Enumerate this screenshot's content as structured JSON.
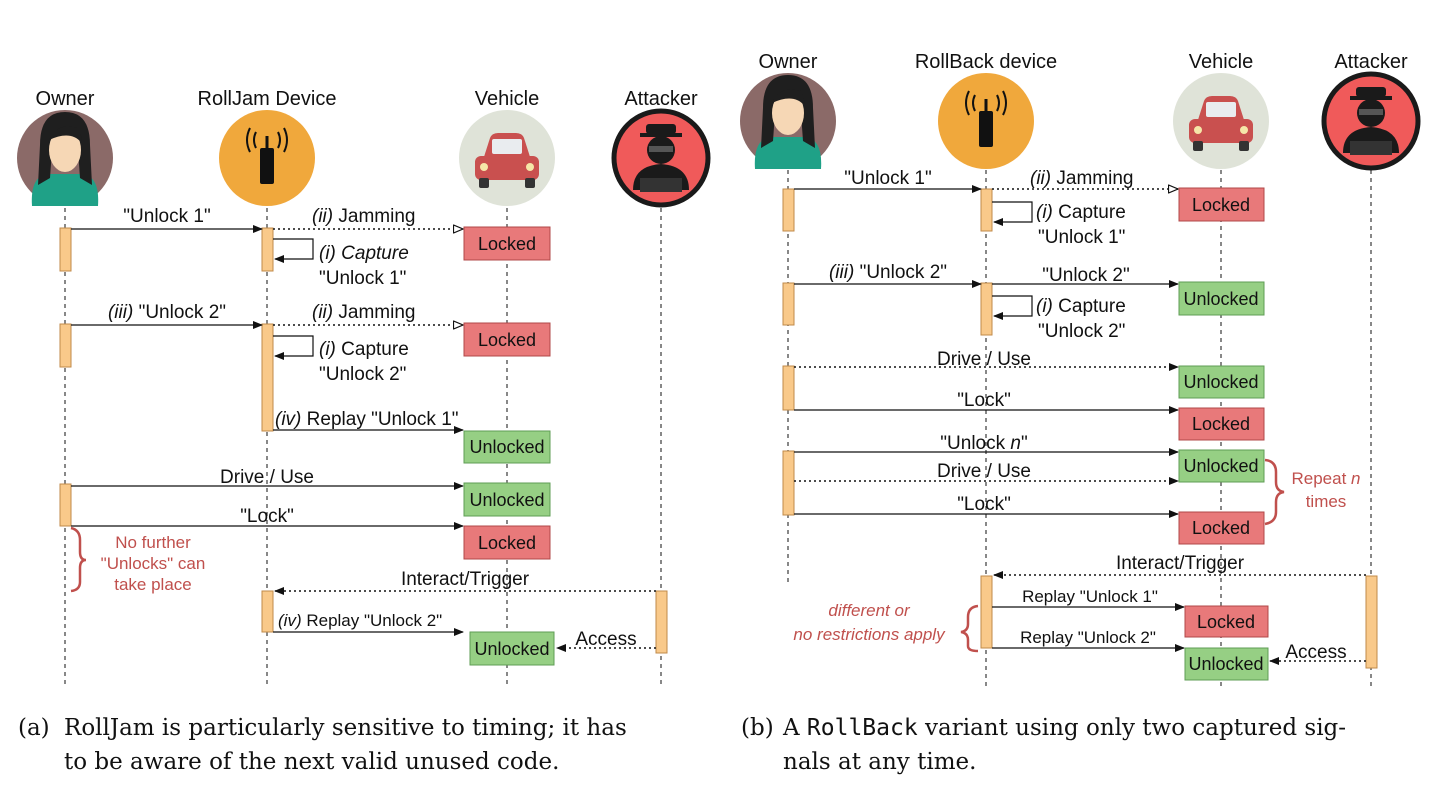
{
  "colors": {
    "locked_fill": "#e8797a",
    "unlocked_fill": "#96cf84",
    "activation": "#f9c98a",
    "note": "#c0504d",
    "owner_bg": "#8b6a68",
    "device_bg": "#f0a83c",
    "vehicle_bg": "#dfe3d8",
    "attacker_bg": "#f05a5a"
  },
  "icons": [
    "owner-avatar-icon",
    "remote-device-icon",
    "car-icon",
    "hacker-icon"
  ],
  "panel_a": {
    "actors": {
      "owner": "Owner",
      "device": "RollJam Device",
      "vehicle": "Vehicle",
      "attacker": "Attacker"
    },
    "msg_unlock1": "\"Unlock 1\"",
    "jam_num": "(ii)",
    "jam_text": " Jamming",
    "state_locked": "Locked",
    "cap_num": "(i)",
    "cap_word": " Capture",
    "cap1_code": "\"Unlock 1\"",
    "iii_num": "(iii)",
    "msg_unlock2": " \"Unlock 2\"",
    "cap2_code": "\"Unlock 2\"",
    "iv_num": "(iv)",
    "replay1": " Replay \"Unlock 1\"",
    "state_unlocked": "Unlocked",
    "drive": "Drive / Use",
    "lock": "\"Lock\"",
    "note_lines": [
      "No further",
      "\"Unlocks\" can",
      "take place"
    ],
    "interact": "Interact/Trigger",
    "replay2": " Replay \"Unlock 2\"",
    "access": "Access",
    "caption_tag": "(a)",
    "caption_lines": [
      "RollJam is particularly sensitive to timing; it has",
      "to be aware of the next valid unused code."
    ]
  },
  "panel_b": {
    "actors": {
      "owner": "Owner",
      "device": "RollBack device",
      "vehicle": "Vehicle",
      "attacker": "Attacker"
    },
    "msg_unlock1": "\"Unlock 1\"",
    "jam_num": "(ii)",
    "jam_text": " Jamming",
    "state_locked": "Locked",
    "cap_num": "(i)",
    "cap_word": " Capture",
    "cap1_code": "\"Unlock 1\"",
    "iii_num": "(iii)",
    "msg_unlock2": " \"Unlock 2\"",
    "fwd_unlock2": "\"Unlock 2\"",
    "state_unlocked": "Unlocked",
    "cap2_code": "\"Unlock 2\"",
    "drive": "Drive / Use",
    "lock": "\"Lock\"",
    "unlock_n_pre": "\"Unlock ",
    "unlock_n_var": "n",
    "unlock_n_post": "\"",
    "repeat_pre": "Repeat ",
    "repeat_var": "n",
    "repeat_post": "times",
    "interact": "Interact/Trigger",
    "replay1": "Replay \"Unlock 1\"",
    "replay2": "Replay \"Unlock 2\"",
    "restrict_lines": [
      "different or",
      "no restrictions apply"
    ],
    "access": "Access",
    "caption_tag": "(b)",
    "caption_pre": "A ",
    "caption_code": "RollBack",
    "caption_post": " variant using only two captured sig-",
    "caption_line2": "nals at any time."
  }
}
